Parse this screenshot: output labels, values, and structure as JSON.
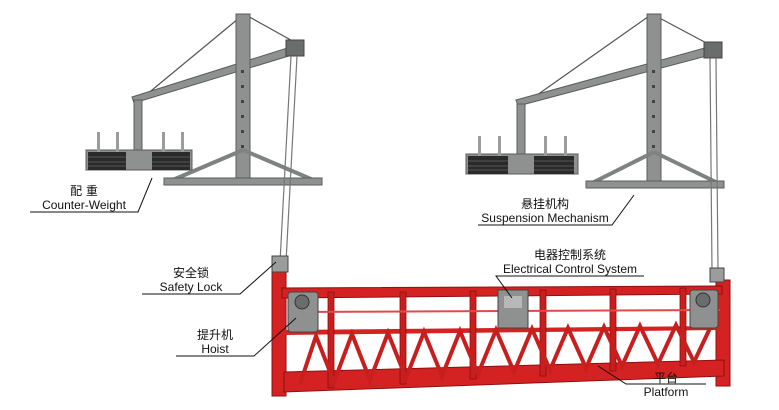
{
  "labels": {
    "counterweight": {
      "cn": "配  重",
      "en": "Counter-Weight"
    },
    "safety_lock": {
      "cn": "安全锁",
      "en": "Safety Lock"
    },
    "hoist": {
      "cn": "提升机",
      "en": "Hoist"
    },
    "suspension": {
      "cn": "悬挂机构",
      "en": "Suspension Mechanism"
    },
    "control": {
      "cn": "电器控制系统",
      "en": "Electrical Control System"
    },
    "platform": {
      "cn": "平台",
      "en": "Platform"
    }
  },
  "colors": {
    "platform_red": "#d42222",
    "platform_dark": "#8e1010",
    "steel": "#8e918f",
    "steel_dark": "#5a5d5c",
    "weight": "#2a2a2a",
    "leader": "#111111"
  }
}
